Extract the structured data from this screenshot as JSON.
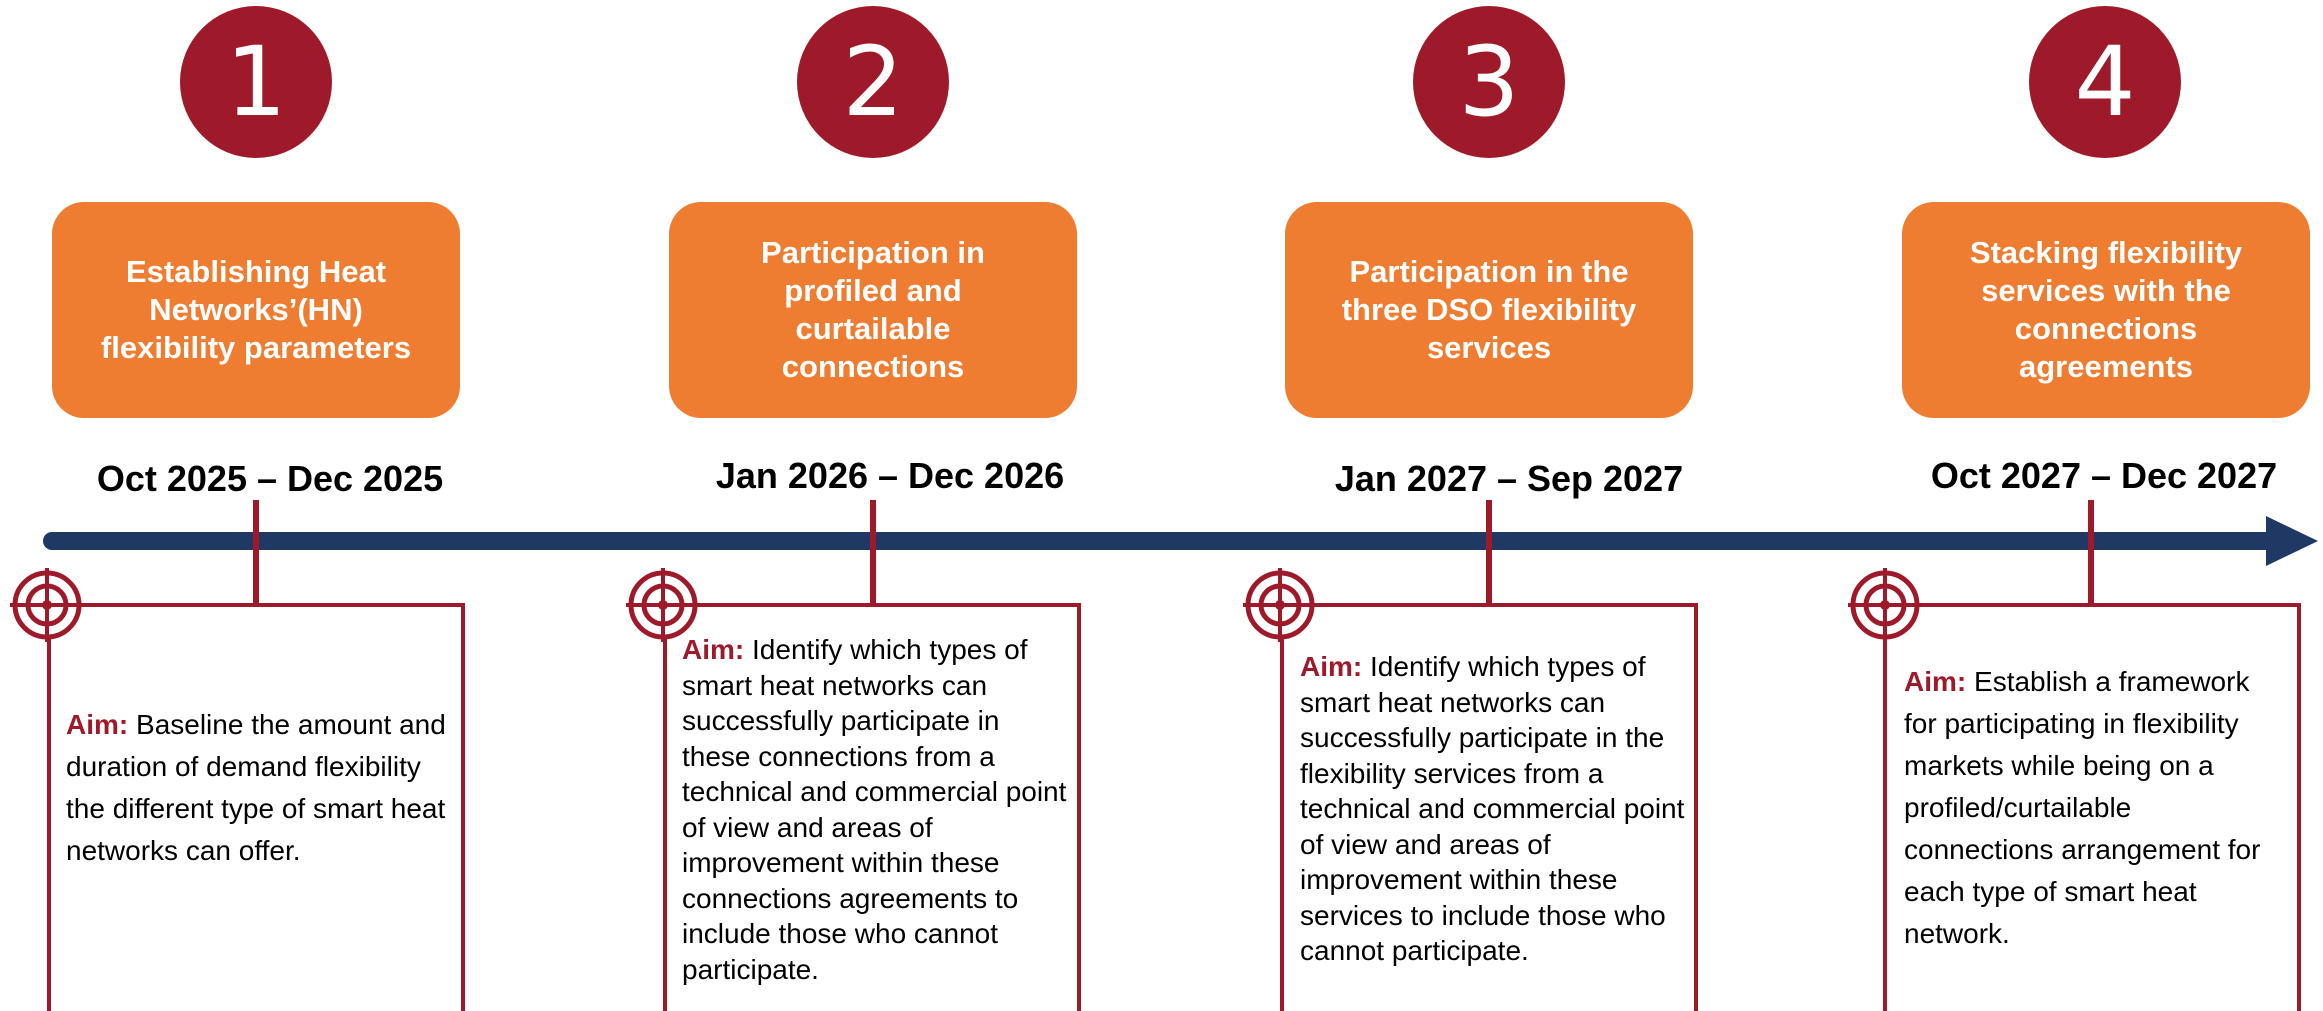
{
  "colors": {
    "accent_red": "#9e1a2a",
    "phase_orange": "#ef7d31",
    "timeline_navy": "#1f3864"
  },
  "phases": [
    {
      "number": "1",
      "title": "Establishing Heat Networks’(HN) flexibility parameters",
      "dates": "Oct 2025 – Dec 2025",
      "aim_label": "Aim:",
      "aim_text": " Baseline the amount and duration of demand flexibility the different type of smart heat networks can offer.",
      "icon": "target-icon"
    },
    {
      "number": "2",
      "title": "Participation in profiled and curtailable connections",
      "dates": "Jan 2026 – Dec 2026",
      "aim_label": "Aim:",
      "aim_text": " Identify which types of smart heat networks can successfully participate in these connections from a technical and commercial point of view and areas of improvement within these connections agreements to include those who cannot participate.",
      "icon": "target-icon"
    },
    {
      "number": "3",
      "title": "Participation in the three DSO flexibility services",
      "dates": "Jan 2027 – Sep 2027",
      "aim_label": "Aim:",
      "aim_text": " Identify which types of smart heat networks can successfully participate in the flexibility services from a technical and commercial point of view and areas of improvement within these services to include those who cannot participate.",
      "icon": "target-icon"
    },
    {
      "number": "4",
      "title": "Stacking flexibility services with the connections agreements",
      "dates": "Oct 2027 – Dec 2027",
      "aim_label": "Aim:",
      "aim_text": " Establish a framework for participating in flexibility markets while being on a profiled/curtailable connections arrangement for each type of smart heat network.",
      "icon": "target-icon"
    }
  ]
}
